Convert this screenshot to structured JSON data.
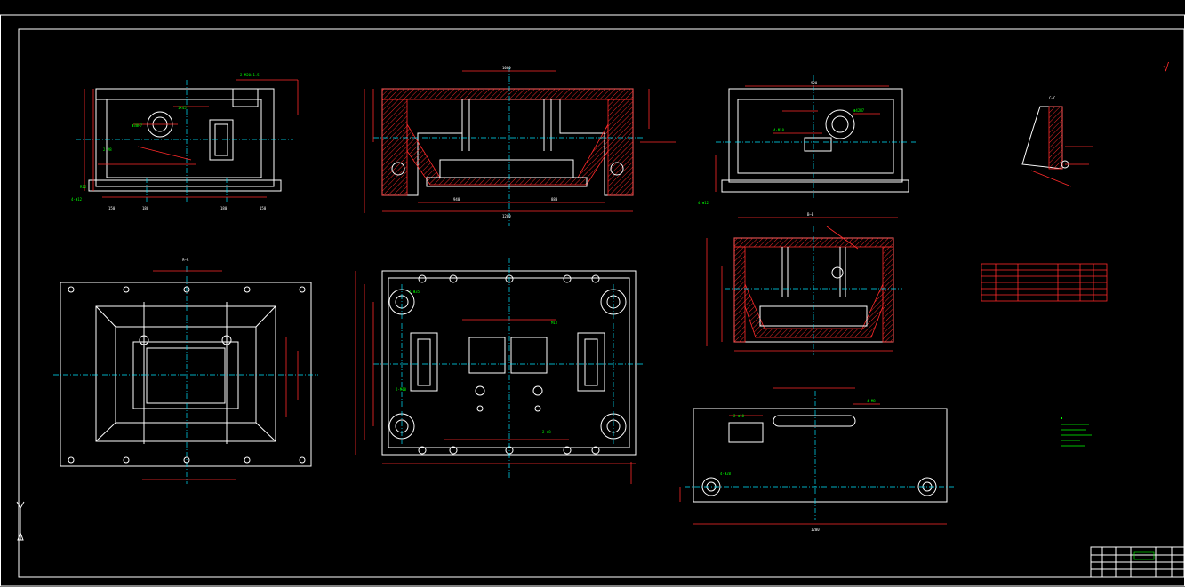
{
  "drawing": {
    "section_a_label": "A—A",
    "section_b_label": "B—B",
    "section_c_label": "C—C",
    "title_block_text": "",
    "roughness_mark": "√",
    "axis_y_label": "Y"
  },
  "colors": {
    "background": "#000000",
    "outline": "#ffffff",
    "dimension": "#ff2a2a",
    "centerline": "#00e5ff",
    "annotation": "#00ff00"
  },
  "views": [
    {
      "name": "front-view-left"
    },
    {
      "name": "front-section-center"
    },
    {
      "name": "side-view-right"
    },
    {
      "name": "detail-view"
    },
    {
      "name": "top-view-left"
    },
    {
      "name": "top-view-center"
    },
    {
      "name": "section-view-right"
    },
    {
      "name": "bottom-view-right"
    }
  ]
}
